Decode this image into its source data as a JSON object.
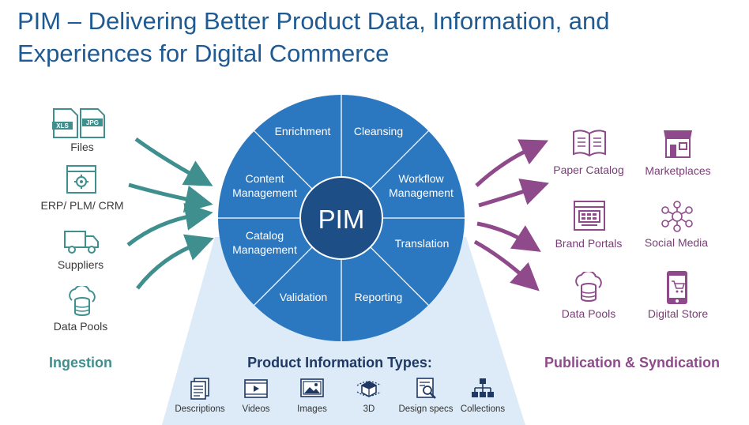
{
  "title": "PIM – Delivering Better Product Data, Information, and Experiences for Digital Commerce",
  "colors": {
    "title": "#1f5a93",
    "wheel": "#2b78c0",
    "wheel_core": "#1d4f86",
    "ingestion": "#3f8f8f",
    "publication": "#8e4a8a",
    "funnel": "#dcebf7"
  },
  "ingestion": {
    "heading": "Ingestion",
    "sources": [
      {
        "label": "Files",
        "icon": "file-xls-jpg-icon"
      },
      {
        "label": "ERP/ PLM/ CRM",
        "icon": "gear-window-icon"
      },
      {
        "label": "Suppliers",
        "icon": "truck-icon"
      },
      {
        "label": "Data Pools",
        "icon": "cloud-database-icon"
      }
    ]
  },
  "wheel": {
    "center": "PIM",
    "segments": [
      {
        "label": "Enrichment"
      },
      {
        "label": "Cleansing"
      },
      {
        "label": "Workflow Management"
      },
      {
        "label": "Translation"
      },
      {
        "label": "Reporting"
      },
      {
        "label": "Validation"
      },
      {
        "label": "Catalog Management"
      },
      {
        "label": "Content Management"
      }
    ]
  },
  "product_types": {
    "heading": "Product Information Types:",
    "items": [
      {
        "label": "Descriptions",
        "icon": "document-icon"
      },
      {
        "label": "Videos",
        "icon": "video-icon"
      },
      {
        "label": "Images",
        "icon": "image-icon"
      },
      {
        "label": "3D",
        "icon": "3d-icon"
      },
      {
        "label": "Design specs",
        "icon": "design-spec-icon"
      },
      {
        "label": "Collections",
        "icon": "hierarchy-icon"
      }
    ]
  },
  "publication": {
    "heading": "Publication & Syndication",
    "targets": [
      {
        "label": "Paper Catalog",
        "icon": "open-book-icon"
      },
      {
        "label": "Marketplaces",
        "icon": "storefront-icon"
      },
      {
        "label": "Brand Portals",
        "icon": "portal-window-icon"
      },
      {
        "label": "Social Media",
        "icon": "social-network-icon"
      },
      {
        "label": "Data Pools",
        "icon": "cloud-database-icon"
      },
      {
        "label": "Digital Store",
        "icon": "mobile-cart-icon"
      }
    ]
  }
}
